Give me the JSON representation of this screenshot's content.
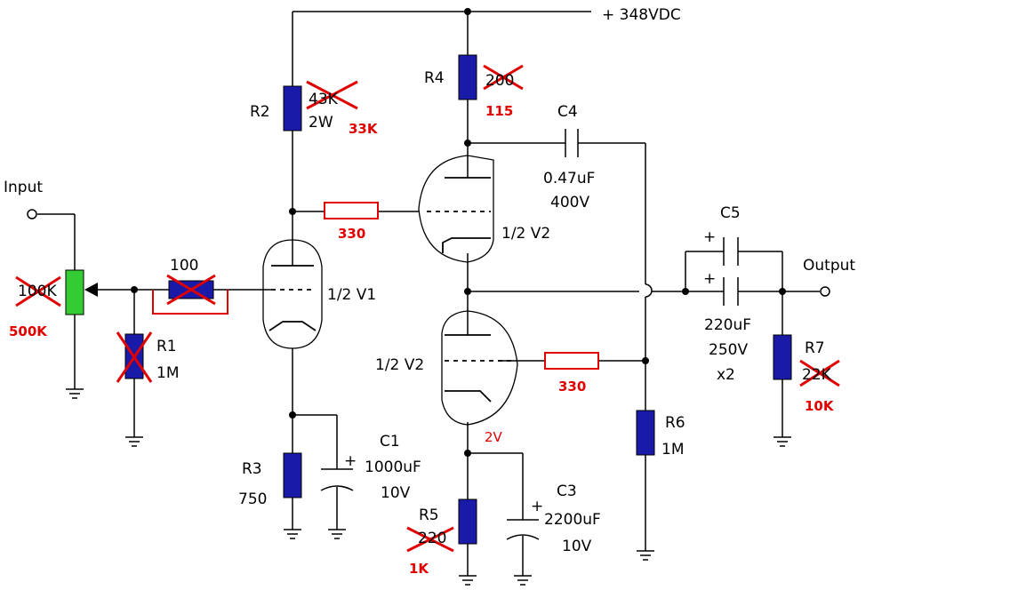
{
  "supply": "+ 348VDC",
  "input_label": "Input",
  "output_label": "Output",
  "pot": {
    "old": "100K",
    "new": "500K"
  },
  "grid_resistor_v1": "100",
  "r1": {
    "name": "R1",
    "value": "1M"
  },
  "r2": {
    "name": "R2",
    "old": "43K",
    "rating": "2W",
    "new": "33K"
  },
  "r3": {
    "name": "R3",
    "value": "750"
  },
  "r4": {
    "name": "R4",
    "old": "200",
    "new": "115"
  },
  "r5": {
    "name": "R5",
    "old": "220",
    "new": "1K"
  },
  "r6": {
    "name": "R6",
    "value": "1M"
  },
  "r7": {
    "name": "R7",
    "old": "22K",
    "new": "10K"
  },
  "added_resistor_top": "330",
  "added_resistor_bottom": "330",
  "c1": {
    "name": "C1",
    "value": "1000uF",
    "voltage": "10V"
  },
  "c3": {
    "name": "C3",
    "value": "2200uF",
    "voltage": "10V"
  },
  "c4": {
    "name": "C4",
    "value": "0.47uF",
    "voltage": "400V"
  },
  "c5": {
    "name": "C5",
    "value": "220uF",
    "voltage": "250V",
    "qty": "x2"
  },
  "v1_label": "1/2 V1",
  "v2_top_label": "1/2 V2",
  "v2_bottom_label": "1/2 V2",
  "cathode_voltage": "2V",
  "plus": "+",
  "colors": {
    "wire": "#000000",
    "resistor": "#1a1aa8",
    "pot": "#33cc33",
    "markup": "#e00000"
  }
}
